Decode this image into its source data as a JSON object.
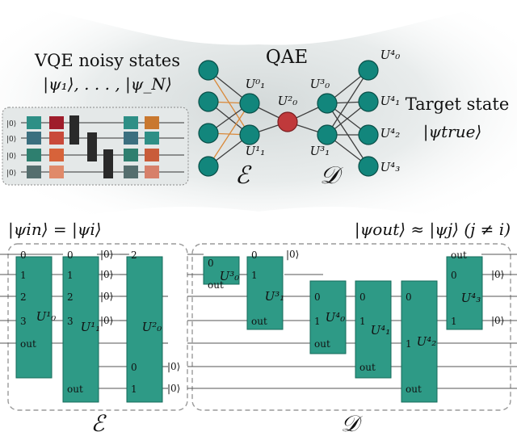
{
  "colors": {
    "gate": "#2e9a86",
    "gate_dark": "#166b5b",
    "node": "#12867c",
    "node_stroke": "#0a4f48",
    "center_node": "#c0393b",
    "orange_edge": "#d9893a",
    "edge": "#3d3d3d",
    "wire": "#555555",
    "dashed": "#9a9a9a",
    "haze": "#c9d1d1"
  },
  "top": {
    "vqe_title": "VQE noisy states",
    "vqe_states": "|ψ₁⟩, . . . , |ψ_N⟩",
    "qae_title": "QAE",
    "target_title": "Target state",
    "target_state": "|ψtrue⟩",
    "encoder_symbol": "ℰ",
    "decoder_symbol": "𝒟",
    "ket0": "|0⟩",
    "mini_palette": [
      [
        "#2e8f86",
        "#9f1d2b",
        "#2a2a2a",
        "#2e8f86",
        "#c9782f"
      ],
      [
        "#3b6f7f",
        "#c94a3a",
        "#2a2a2a",
        "#3b6f7f",
        "#2e8f86"
      ],
      [
        "#2e7f6f",
        "#d7633a",
        "#2a2a2a",
        "#2e7f6f",
        "#c95c3a"
      ],
      [
        "#556e6e",
        "#e08a6a",
        "#2a2a2a",
        "#556e6e",
        "#d7806a"
      ]
    ],
    "node_labels": {
      "u01": "U⁰₁",
      "u11": "U¹₁",
      "u02": "U²₀",
      "u31": "U³₁",
      "u30": "U³₀",
      "u40": "U⁴₀",
      "u41": "U⁴₁",
      "u42": "U⁴₂",
      "u43": "U⁴₃"
    }
  },
  "bottom": {
    "psi_in": "|ψin⟩ = |ψi⟩",
    "psi_out": "|ψout⟩ ≈ |ψj⟩ (j ≠ i)",
    "encoder_symbol": "ℰ",
    "decoder_symbol": "𝒟",
    "ket0": "|0⟩",
    "gates": {
      "u10": {
        "label": "U¹₀",
        "ports": [
          "0",
          "1",
          "2",
          "3",
          "out"
        ]
      },
      "u11": {
        "label": "U¹₁",
        "ports": [
          "0",
          "1",
          "2",
          "3",
          "out"
        ]
      },
      "u20": {
        "label": "U²₀",
        "ports": [
          "2",
          "0",
          "1"
        ]
      },
      "u30": {
        "label": "U³₀",
        "ports": [
          "0",
          "out"
        ]
      },
      "u31": {
        "label": "U³₁",
        "ports": [
          "0",
          "1",
          "out"
        ]
      },
      "u40": {
        "label": "U⁴₀",
        "ports": [
          "0",
          "1",
          "out"
        ]
      },
      "u41": {
        "label": "U⁴₁",
        "ports": [
          "0",
          "1",
          "out"
        ]
      },
      "u42": {
        "label": "U⁴₂",
        "ports": [
          "0",
          "1",
          "out"
        ]
      },
      "u43": {
        "label": "U⁴₃",
        "ports": [
          "out",
          "0",
          "1"
        ]
      }
    }
  }
}
